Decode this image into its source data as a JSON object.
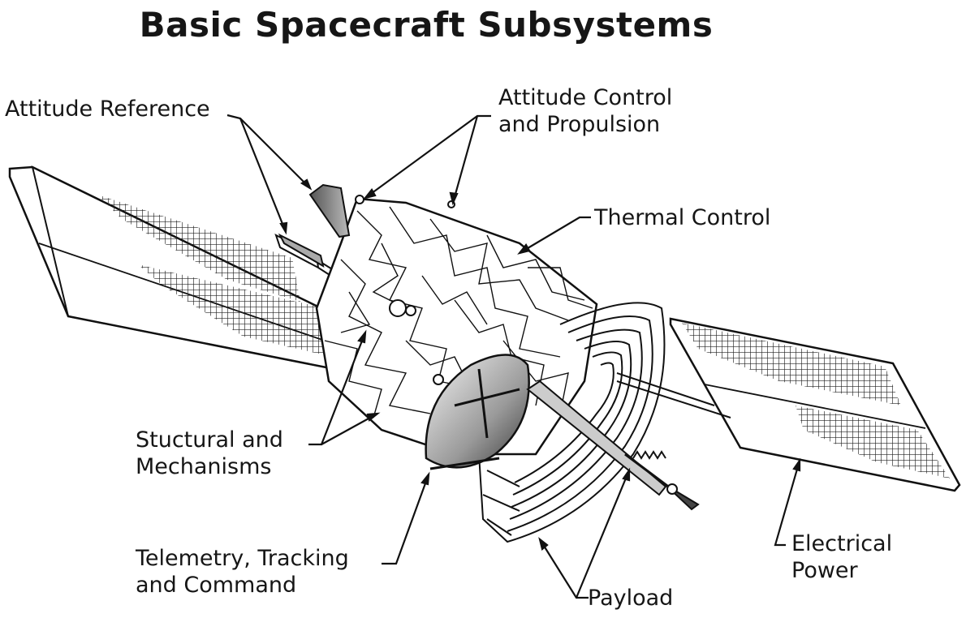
{
  "title": "Basic Spacecraft Subsystems",
  "labels": {
    "attitude_reference": "Attitude Reference",
    "attitude_control": [
      "Attitude Control",
      "and Propulsion"
    ],
    "thermal_control": "Thermal Control",
    "structural": [
      "Stuctural and",
      "Mechanisms"
    ],
    "ttc": [
      "Telemetry, Tracking",
      "and Command"
    ],
    "payload": "Payload",
    "electrical_power": [
      "Electrical",
      "Power"
    ]
  }
}
